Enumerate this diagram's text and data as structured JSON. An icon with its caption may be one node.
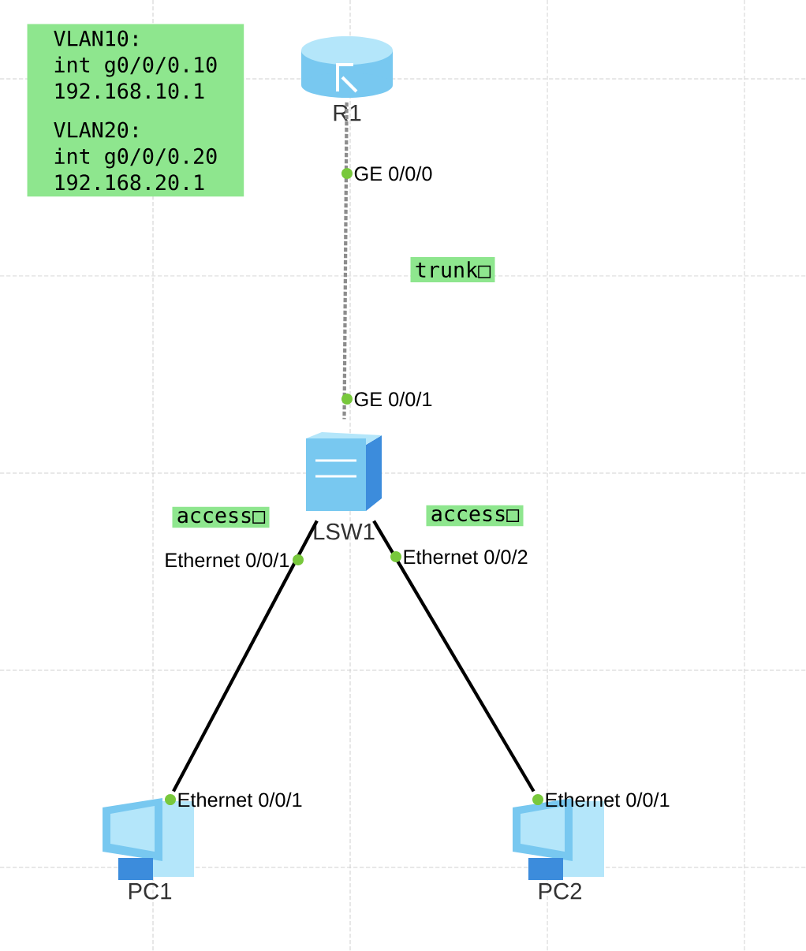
{
  "diagram": {
    "nodes": [
      {
        "text": [
          "VLAN10:",
          "int g0/0/0.10",
          "192.168.10.1",
          "VLAN20:",
          "int g0/0/0.20",
          "192.168.20.1"
        ]
      },
      {
        "text": [
          "R1"
        ]
      },
      {
        "text": [
          "LSW1"
        ]
      },
      {
        "text": [
          "PC1"
        ]
      },
      {
        "text": [
          "PC2"
        ]
      },
      {
        "text": [
          "trunk□"
        ]
      },
      {
        "text": [
          "access□"
        ]
      },
      {
        "text": [
          "access□"
        ]
      }
    ],
    "edges": [
      {
        "from": 1,
        "to": 2,
        "arrow": "none",
        "style": "dashed",
        "color": "#8c8c8c"
      },
      {
        "from": 2,
        "to": 3,
        "arrow": "none"
      },
      {
        "from": 2,
        "to": 4,
        "arrow": "none"
      }
    ],
    "labels": [
      "GE 0/0/0",
      "GE 0/0/1",
      "Ethernet 0/0/1",
      "Ethernet 0/0/2",
      "Ethernet 0/0/1",
      "Ethernet 0/0/1"
    ]
  }
}
